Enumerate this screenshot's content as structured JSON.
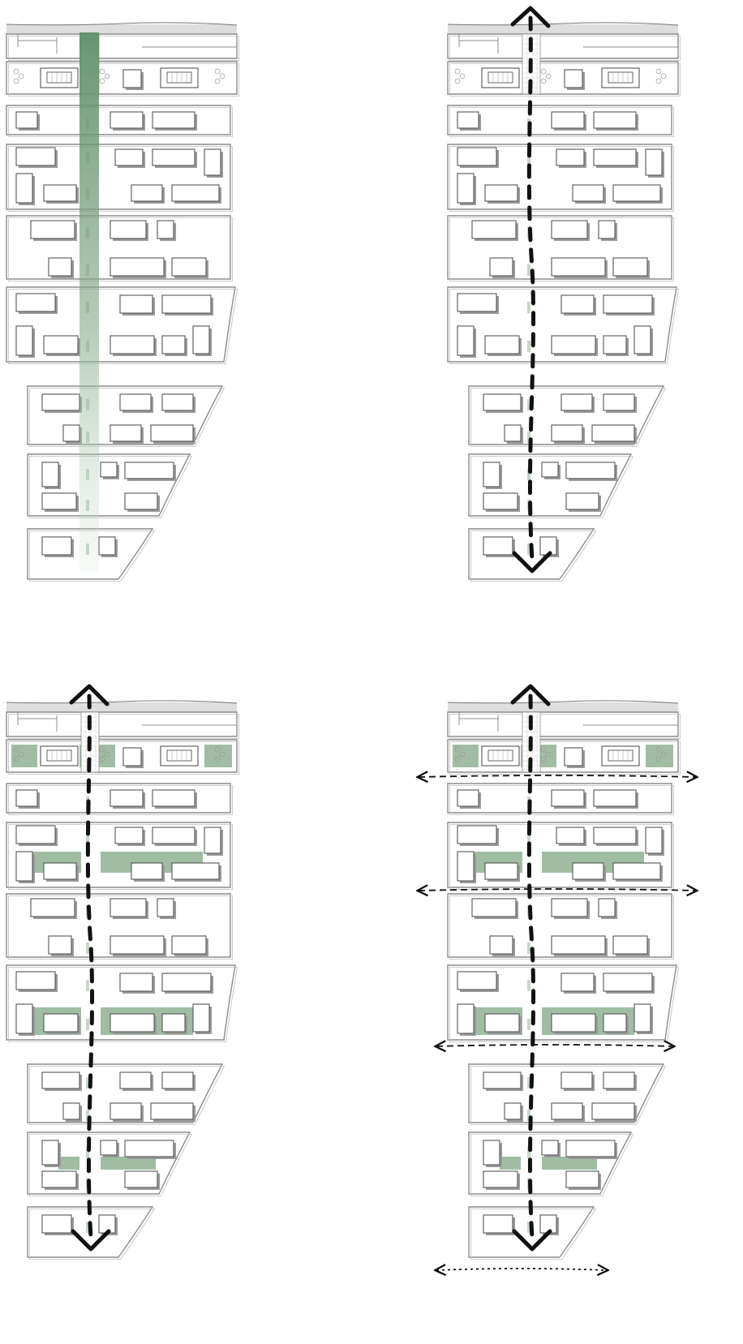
{
  "panels": [
    {
      "id": "a",
      "label": "",
      "green_axis": true,
      "main_axis": false,
      "green_spaces": false,
      "cross_axes": 0
    },
    {
      "id": "b",
      "label": "",
      "green_axis": false,
      "main_axis": true,
      "green_spaces": false,
      "cross_axes": 0
    },
    {
      "id": "c",
      "label": "",
      "green_axis": false,
      "main_axis": true,
      "green_spaces": true,
      "cross_axes": 0
    },
    {
      "id": "d",
      "label": "",
      "green_axis": false,
      "main_axis": true,
      "green_spaces": true,
      "cross_axes": 4
    }
  ],
  "colors": {
    "line": "#8c8c8c",
    "block_fill": "#ffffff",
    "block_shadow": "#9a9a9a",
    "street_gray": "#dedede",
    "green": "#8fb294",
    "green_dark": "#6e9b77",
    "axis": "#111111"
  }
}
